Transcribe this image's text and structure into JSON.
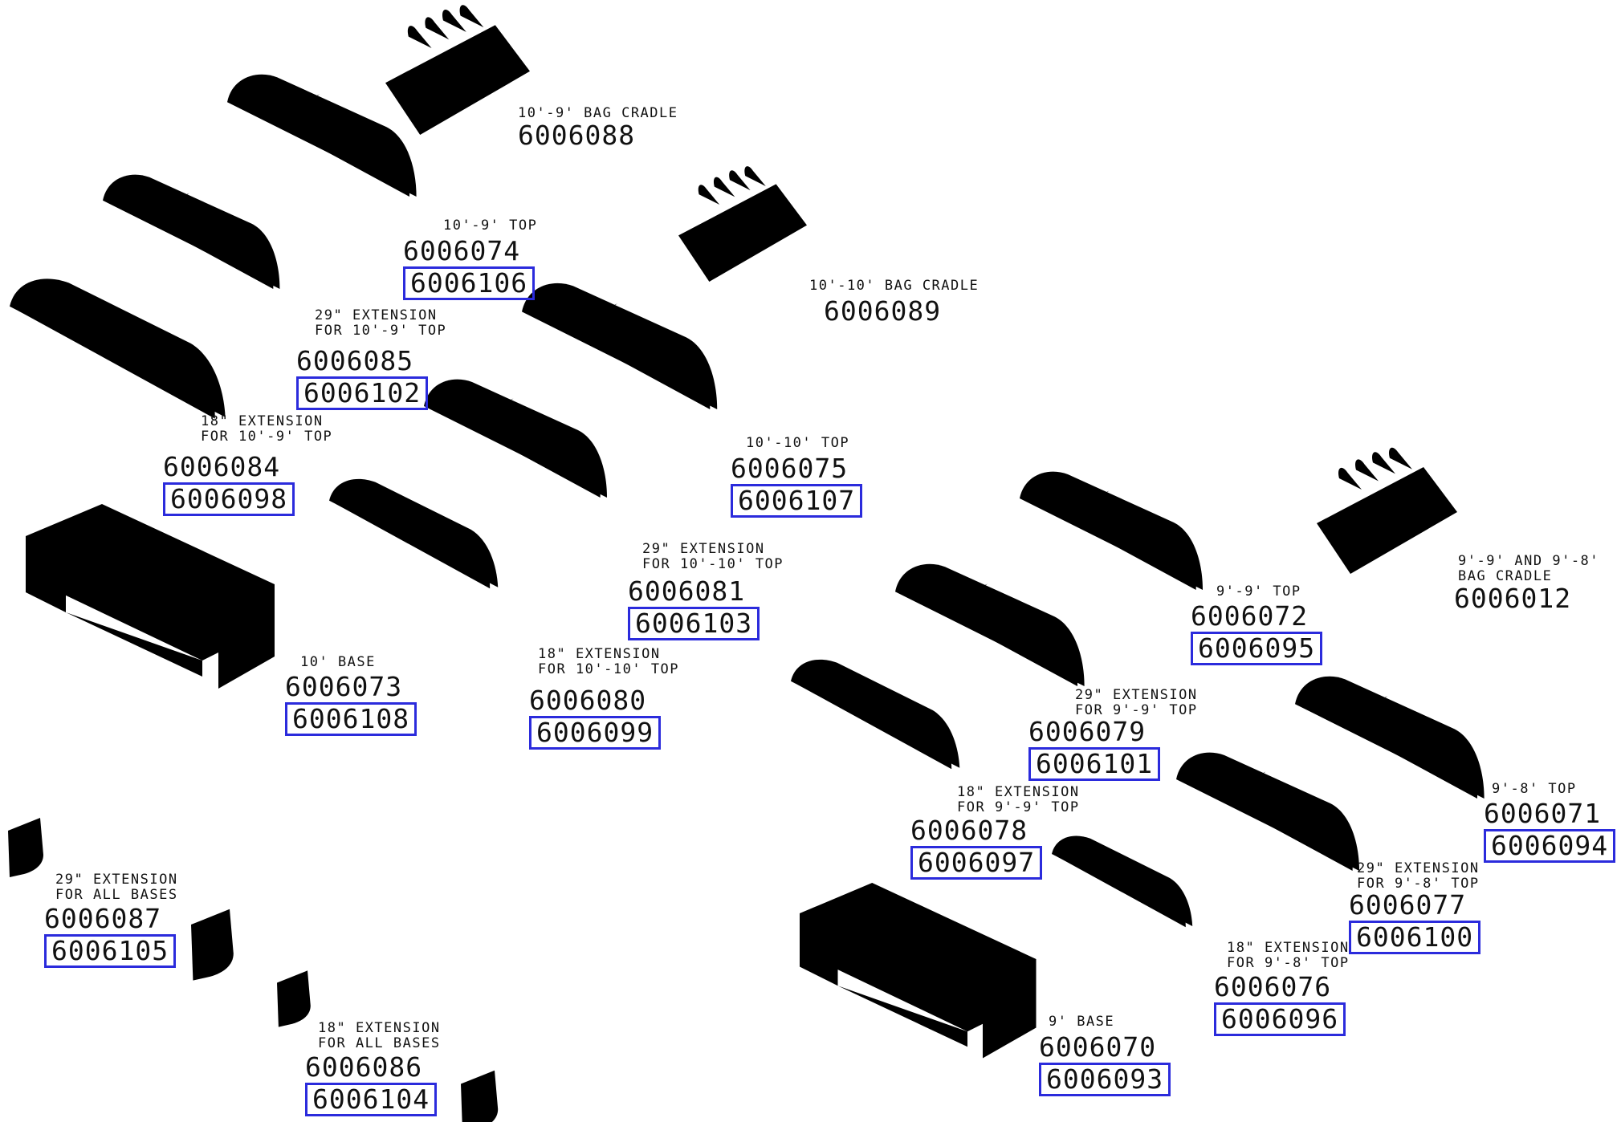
{
  "parts": {
    "c10_9_cradle": {
      "desc": [
        "10'-9' BAG CRADLE"
      ],
      "pn": "6006088",
      "alt": ""
    },
    "c10_9_top": {
      "desc": [
        "10'-9' TOP"
      ],
      "pn": "6006074",
      "alt": "6006106"
    },
    "c10_9_ext29": {
      "desc": [
        "29\" EXTENSION",
        "FOR 10'-9' TOP"
      ],
      "pn": "6006085",
      "alt": "6006102"
    },
    "c10_9_ext18": {
      "desc": [
        "18\" EXTENSION",
        "FOR 10'-9' TOP"
      ],
      "pn": "6006084",
      "alt": "6006098"
    },
    "c10_10_cradle": {
      "desc": [
        "10'-10' BAG CRADLE"
      ],
      "pn": "6006089",
      "alt": ""
    },
    "c10_10_top": {
      "desc": [
        "10'-10' TOP"
      ],
      "pn": "6006075",
      "alt": "6006107"
    },
    "c10_10_ext29": {
      "desc": [
        "29\" EXTENSION",
        "FOR 10'-10' TOP"
      ],
      "pn": "6006081",
      "alt": "6006103"
    },
    "c10_10_ext18": {
      "desc": [
        "18\" EXTENSION",
        "FOR 10'-10' TOP"
      ],
      "pn": "6006080",
      "alt": "6006099"
    },
    "c10_base": {
      "desc": [
        "10' BASE"
      ],
      "pn": "6006073",
      "alt": "6006108"
    },
    "c_all_ext29": {
      "desc": [
        "29\" EXTENSION",
        "FOR ALL BASES"
      ],
      "pn": "6006087",
      "alt": "6006105"
    },
    "c_all_ext18": {
      "desc": [
        "18\" EXTENSION",
        "FOR ALL BASES"
      ],
      "pn": "6006086",
      "alt": "6006104"
    },
    "c9_9_cradle": {
      "desc": [
        "9'-9' AND 9'-8'",
        "BAG CRADLE"
      ],
      "pn": "6006012",
      "alt": ""
    },
    "c9_9_top": {
      "desc": [
        "9'-9' TOP"
      ],
      "pn": "6006072",
      "alt": "6006095"
    },
    "c9_9_ext29": {
      "desc": [
        "29\" EXTENSION",
        "FOR 9'-9' TOP"
      ],
      "pn": "6006079",
      "alt": "6006101"
    },
    "c9_9_ext18": {
      "desc": [
        "18\" EXTENSION",
        "FOR 9'-9' TOP"
      ],
      "pn": "6006078",
      "alt": "6006097"
    },
    "c9_8_top": {
      "desc": [
        "9'-8' TOP"
      ],
      "pn": "6006071",
      "alt": "6006094"
    },
    "c9_8_ext29": {
      "desc": [
        "29\" EXTENSION",
        "FOR 9'-8' TOP"
      ],
      "pn": "6006077",
      "alt": "6006100"
    },
    "c9_8_ext18": {
      "desc": [
        "18\" EXTENSION",
        "FOR 9'-8' TOP"
      ],
      "pn": "6006076",
      "alt": "6006096"
    },
    "c9_base": {
      "desc": [
        "9' BASE"
      ],
      "pn": "6006070",
      "alt": "6006093"
    }
  },
  "colors": {
    "line": "#222222",
    "highlight_box": "#2b2bdc",
    "background": "#ffffff"
  }
}
